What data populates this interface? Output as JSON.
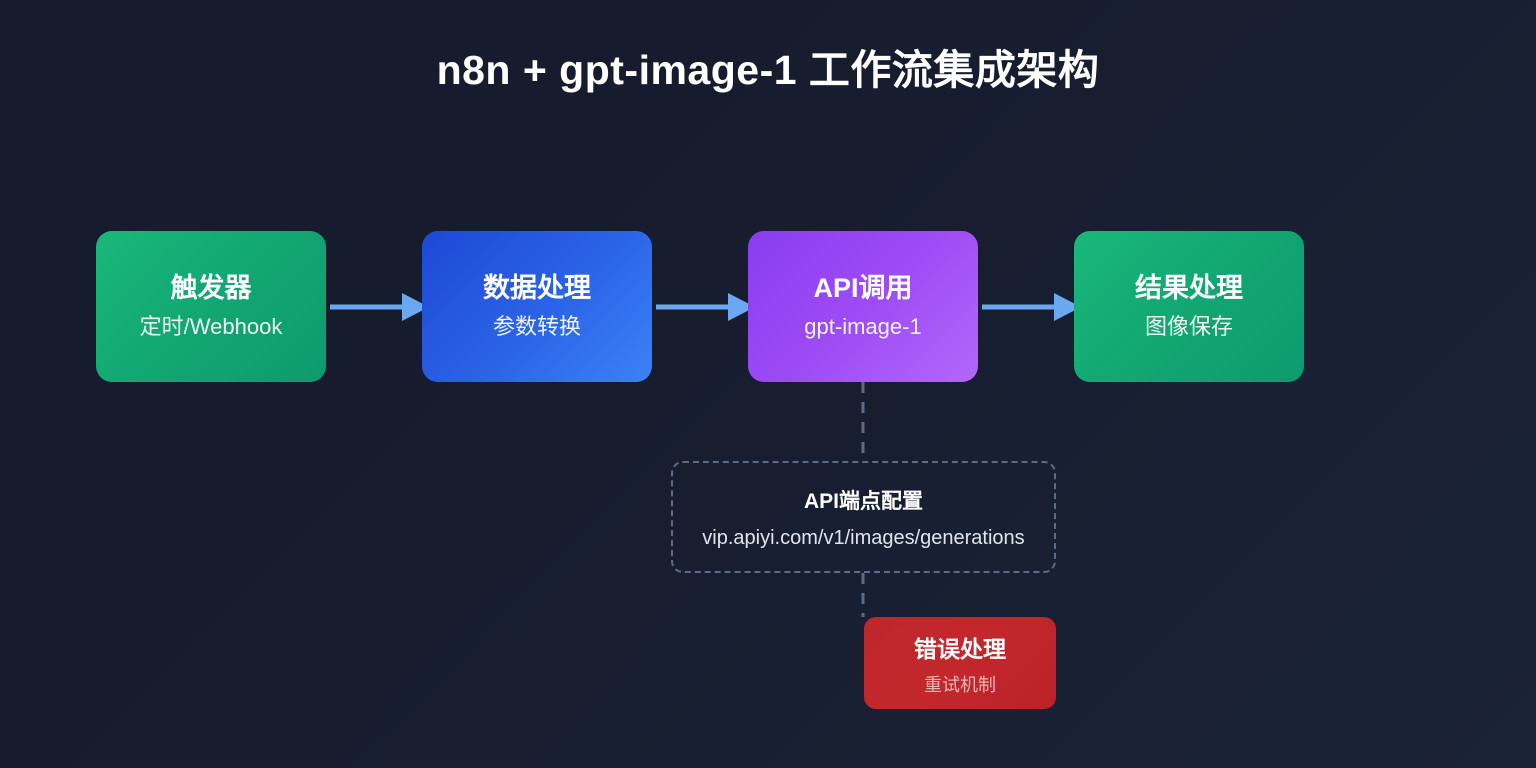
{
  "title": "n8n + gpt-image-1 工作流集成架构",
  "theme": {
    "background": "#171d2f",
    "arrow_color": "#6aa9f2",
    "dashed_line_color": "#5d6b85",
    "green": "#12a773",
    "blue": "#2a61e6",
    "purple": "#9d4bf5",
    "red": "#c2272c",
    "text_primary": "#ffffff",
    "text_secondary": "#dfe5ee"
  },
  "flow": {
    "nodes": [
      {
        "id": "trigger",
        "title": "触发器",
        "subtitle": "定时/Webhook",
        "color": "#12a773"
      },
      {
        "id": "data",
        "title": "数据处理",
        "subtitle": "参数转换",
        "color": "#2a61e6"
      },
      {
        "id": "api",
        "title": "API调用",
        "subtitle": "gpt-image-1",
        "color": "#9d4bf5"
      },
      {
        "id": "result",
        "title": "结果处理",
        "subtitle": "图像保存",
        "color": "#12a773"
      }
    ],
    "arrows": [
      {
        "from": "trigger",
        "to": "data",
        "style": "solid-arrow"
      },
      {
        "from": "data",
        "to": "api",
        "style": "solid-arrow"
      },
      {
        "from": "api",
        "to": "result",
        "style": "solid-arrow"
      }
    ]
  },
  "config_box": {
    "title": "API端点配置",
    "url": "vip.apiyi.com/v1/images/generations",
    "border_style": "dashed"
  },
  "error_node": {
    "title": "错误处理",
    "subtitle": "重试机制",
    "color": "#c2272c"
  },
  "dashed_connectors": [
    {
      "from": "api",
      "to": "config_box"
    },
    {
      "from": "config_box",
      "to": "error_node"
    }
  ]
}
